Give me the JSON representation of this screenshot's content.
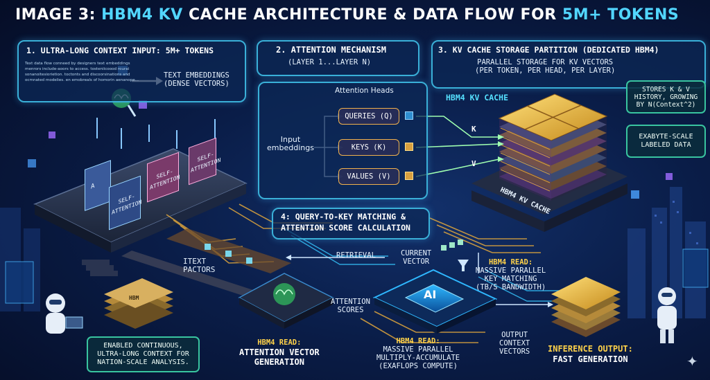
{
  "title": {
    "prefix": "IMAGE 3:",
    "accent1": "HBM4 KV",
    "middle": "CACHE ARCHITECTURE & DATA FLOW FOR",
    "accent2": "5M+ TOKENS"
  },
  "panel1": {
    "heading": "1. ULTRA-LONG CONTEXT INPUT: 5M+ TOKENS",
    "body_text": "Text data flow conneed by designers text embeddings menrors include-aoors to access. tosteniicoood rourai sonanoitesiorietion. toctonts and discoorsinations and ocmnated modelies. en emobreals of homorin aenanope...",
    "embeddings_line1": "TEXT EMBEDDINGS",
    "embeddings_line2": "(DENSE VECTORS)"
  },
  "panel2": {
    "heading": "2. ATTENTION MECHANISM",
    "subheading": "(LAYER 1...LAYER N)",
    "heads_label": "Attention Heads",
    "input_line1": "Input",
    "input_line2": "embeddings",
    "queries": "QUERIES (Q)",
    "keys": "KEYS (K)",
    "values": "VALUES (V)"
  },
  "panel3": {
    "heading": "3. KV CACHE STORAGE PARTITION (DEDICATED HBM4)",
    "sub1": "PARALLEL STORAGE FOR KV VECTORS",
    "sub2": "(PER TOKEN, PER HEAD, PER LAYER)",
    "cache_label": "HBM4 KV CACHE",
    "cache_side_label": "HBM4 KV CACHE",
    "k_label": "K",
    "v_label": "V",
    "stores_line1": "STORES K & V",
    "stores_line2": "HISTORY, GROWING",
    "stores_line3": "BY N(Context^2)",
    "exa_line1": "EXABYTE-SCALE",
    "exa_line2": "LABELED DATA"
  },
  "panel4": {
    "heading_line1": "4: QUERY-TO-KEY MATCHING &",
    "heading_line2": "ATTENTION SCORE CALCULATION"
  },
  "blocks": {
    "self_attention": "SELF-ATTENTION",
    "self": "SELF-",
    "attention": "ATTENTION",
    "short": "A"
  },
  "flow": {
    "itext_line1": "ITEXT",
    "itext_line2": "PACTORS",
    "hbm_chip": "HBM",
    "retrieval": "RETRIEVAL",
    "current_line1": "CURRENT",
    "current_line2": "VECTOR",
    "attn_scores_line1": "ATTENTION",
    "attn_scores_line2": "SCORES",
    "ai_chip": "AI",
    "read_keys_line1": "HBM4 READ:",
    "read_keys_line2": "MASSIVE PARALLEL",
    "read_keys_line3": "KEY MATCHING",
    "read_keys_line4": "(TB/S BANDWIDTH)",
    "output_line1": "OUTPUT",
    "output_line2": "CONTEXT",
    "output_line3": "VECTORS"
  },
  "bottom": {
    "enabled_line1": "ENABLED CONTINUOUS,",
    "enabled_line2": "ULTRA-LONG CONTEXT FOR",
    "enabled_line3": "NATION-SCALE ANALYSIS.",
    "attn_read_line1": "HBM4 READ:",
    "attn_read_line2": "ATTENTION VECTOR",
    "attn_read_line3": "GENERATION",
    "mac_line1": "HBM4 READ:",
    "mac_line2": "MASSIVE PARALLEL",
    "mac_line3": "MULTIPLY-ACCUMULATE",
    "mac_line4": "(EXAFLOPS COMPUTE)",
    "infer_line1": "INFERENCE OUTPUT:",
    "infer_line2": "FAST GENERATION"
  },
  "colors": {
    "accent_cyan": "#52d6ff",
    "gold": "#ffd24a",
    "panel_border": "#3ab0d8",
    "callout_border": "#39c5a0"
  },
  "icons": [
    "brain-icon",
    "robot-icon",
    "chip-icon",
    "sparkle-icon",
    "funnel-icon"
  ]
}
